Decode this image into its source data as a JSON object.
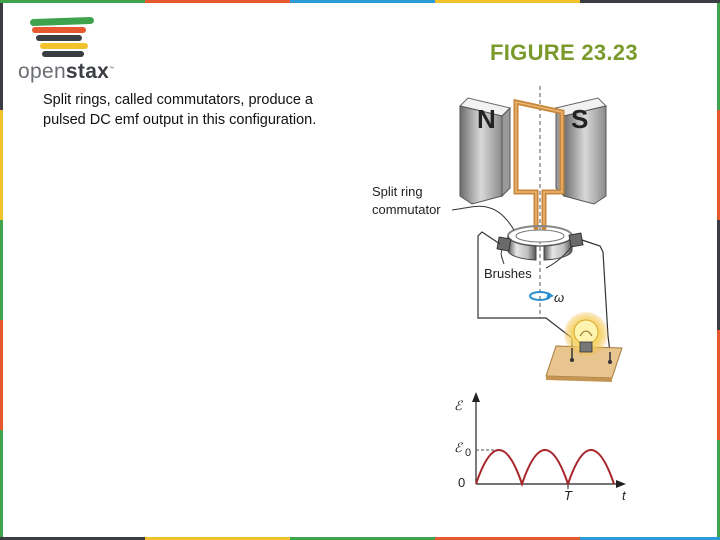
{
  "slide": {
    "title": "FIGURE 23.23",
    "caption": "Split rings, called commutators, produce a pulsed DC emf output in this configuration."
  },
  "logo": {
    "text_regular": "open",
    "text_bold": "stax",
    "trademark": "™",
    "stripe_colors": [
      "#3fa34d",
      "#e8582f",
      "#3a3d42",
      "#f2c22c",
      "#3a3d42"
    ]
  },
  "figure": {
    "magnet_north": "N",
    "magnet_south": "S",
    "label_commutator_line1": "Split ring",
    "label_commutator_line2": "commutator",
    "label_brushes": "Brushes",
    "label_omega": "ω",
    "graph": {
      "y_axis_label": "ℰ",
      "peak_label": "ℰ",
      "peak_subscript": "0",
      "origin_label": "0",
      "period_label": "T",
      "x_axis_label": "t"
    }
  },
  "colors": {
    "title_green": "#7a9a2c",
    "coil_copper": "#c8873a",
    "wave_red": "#a8262a",
    "edge_colors": [
      "#3fa34d",
      "#e8582f",
      "#f2c22c",
      "#3a3d42",
      "#2a9bd6"
    ]
  }
}
